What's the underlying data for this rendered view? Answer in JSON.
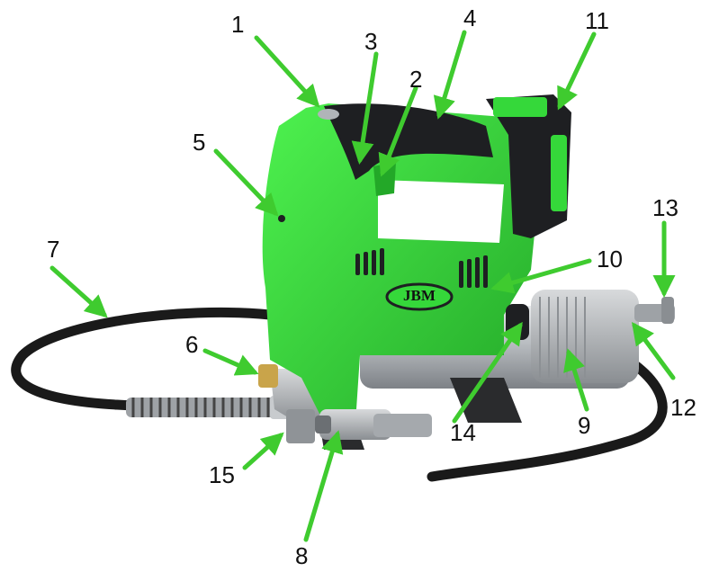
{
  "diagram": {
    "brand_label": "JBM",
    "callouts": [
      "1",
      "2",
      "3",
      "4",
      "5",
      "6",
      "7",
      "8",
      "9",
      "10",
      "11",
      "12",
      "13",
      "14",
      "15"
    ],
    "colors": {
      "body_green": "#35D83A",
      "body_green_dark": "#23A828",
      "grip_black": "#1E1F22",
      "arrow_green": "#3FCB2F",
      "tube_silver": "#B9BDC1",
      "hose_black": "#1A1A1A",
      "brass": "#C9A44A"
    },
    "icons": [
      "grease-gun-illustration",
      "arrow-icon"
    ]
  }
}
